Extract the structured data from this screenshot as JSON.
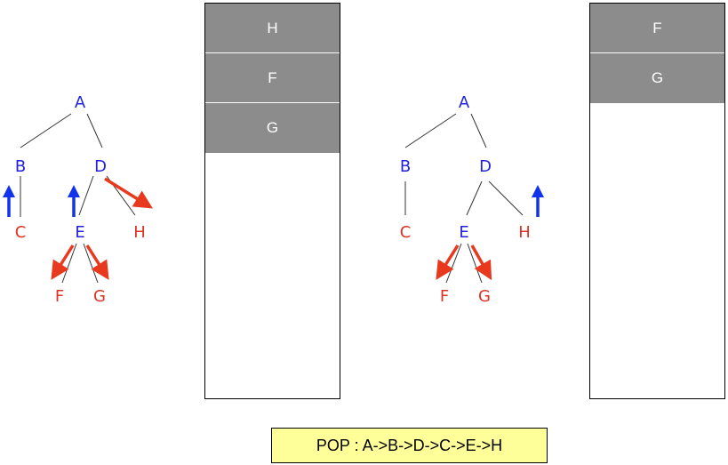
{
  "colors": {
    "visited_node": "#2222dd",
    "unvisited_node": "#dd3322",
    "edge": "#333333",
    "push_arrow": "#e8391e",
    "pop_arrow": "#1133ee",
    "stack_cell": "#8c8c8c",
    "pop_box": "#ffff99"
  },
  "left_tree": {
    "nodes": {
      "A": "A",
      "B": "B",
      "C": "C",
      "D": "D",
      "E": "E",
      "F": "F",
      "G": "G",
      "H": "H"
    }
  },
  "left_stack": {
    "items": [
      "H",
      "F",
      "G"
    ]
  },
  "right_tree": {
    "nodes": {
      "A": "A",
      "B": "B",
      "C": "C",
      "D": "D",
      "E": "E",
      "F": "F",
      "G": "G",
      "H": "H"
    }
  },
  "right_stack": {
    "items": [
      "F",
      "G"
    ]
  },
  "pop_sequence": {
    "text": "POP : A->B->D->C->E->H"
  }
}
